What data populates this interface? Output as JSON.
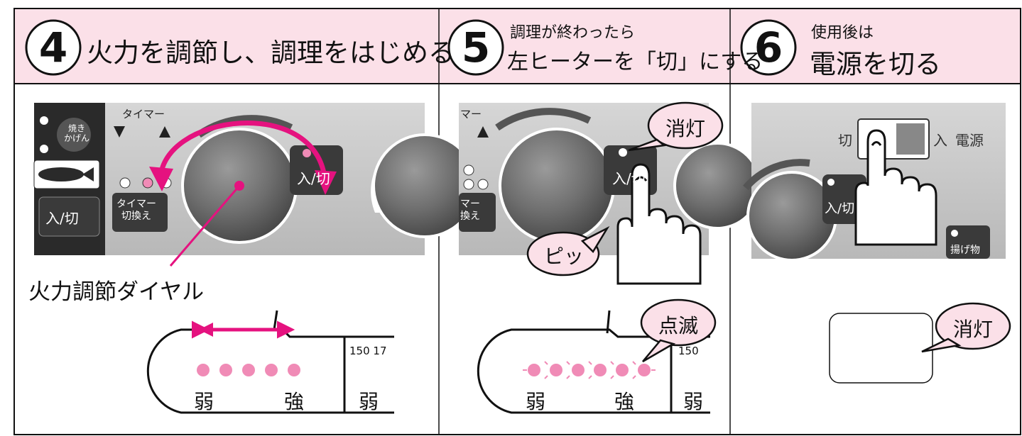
{
  "steps": [
    {
      "number": "4",
      "title": "火力を調節し、調理をはじめる",
      "panel": {
        "grill_label": "焼き\nかげん",
        "timer_label": "タイマー",
        "timer_switch_label": "タイマー\n切換え",
        "on_off_label": "入/切",
        "button_on_off": "入/切"
      },
      "dial_label": "火力調節ダイヤル",
      "scale": {
        "weak": "弱",
        "strong": "強",
        "next_weak": "弱",
        "marks": "150 17",
        "lit_dots": 5
      }
    },
    {
      "number": "5",
      "subtitle": "調理が終わったら",
      "title": "左ヒーターを「切」にする",
      "callout_off": "消灯",
      "callout_beep": "ピッ",
      "callout_blink": "点滅",
      "panel": {
        "timer_label": "マー",
        "timer_switch_label": "マー\n換え",
        "button_on_off": "入/切"
      },
      "scale": {
        "weak": "弱",
        "strong": "強",
        "next_weak": "弱",
        "marks": "150",
        "blinking_dots": 6
      }
    },
    {
      "number": "6",
      "subtitle": "使用後は",
      "title": "電源を切る",
      "panel": {
        "switch_off": "切",
        "switch_on": "入",
        "switch_label": "電源",
        "button_on_off": "入/切",
        "fry_label": "揚げ物"
      },
      "callout_off": "消灯"
    }
  ],
  "colors": {
    "header_bg": "#fbe0e8",
    "accent": "#e5127f",
    "dot": "#f08bb6",
    "panel": "#c8c8c8"
  }
}
